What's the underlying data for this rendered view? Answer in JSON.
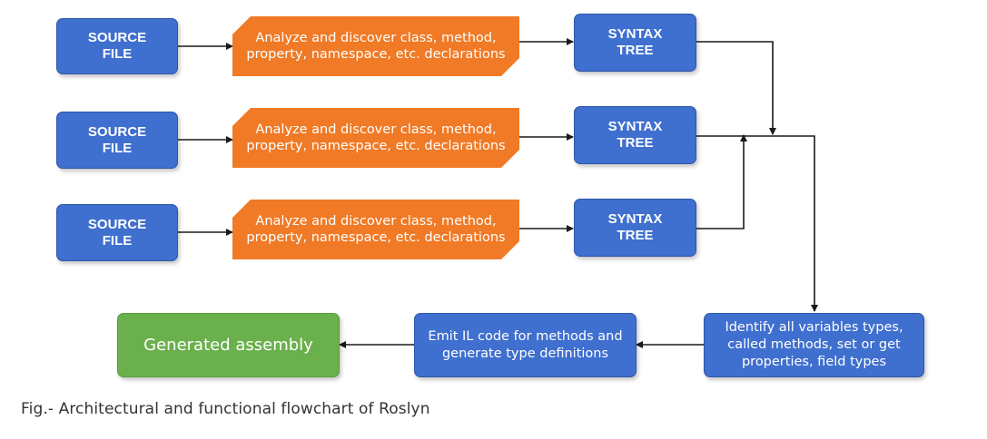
{
  "nodes": {
    "source_file_1": "SOURCE\nFILE",
    "source_file_2": "SOURCE\nFILE",
    "source_file_3": "SOURCE\nFILE",
    "analyze_1": "Analyze and discover class, method,\nproperty, namespace, etc. declarations",
    "analyze_2": "Analyze and discover class, method,\nproperty, namespace, etc. declarations",
    "analyze_3": "Analyze and discover class, method,\nproperty, namespace, etc. declarations",
    "syntax_tree_1": "SYNTAX\nTREE",
    "syntax_tree_2": "SYNTAX\nTREE",
    "syntax_tree_3": "SYNTAX\nTREE",
    "identify": "Identify all variables types,\ncalled methods, set or get\nproperties, field types",
    "emit_il": "Emit IL code for methods and\ngenerate type definitions",
    "generated_assembly": "Generated assembly"
  },
  "caption": "Fig.- Architectural and functional flowchart of Roslyn",
  "colors": {
    "blue_node": "#3f6fcf",
    "orange_node": "#f07a26",
    "green_node": "#6ab04c",
    "edge": "#1a1a1a"
  }
}
